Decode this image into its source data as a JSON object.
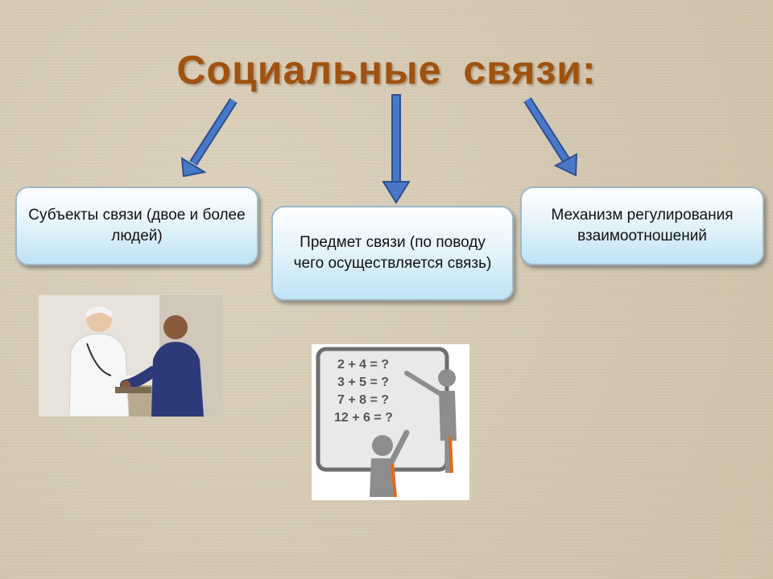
{
  "title": "Социальные  связи:",
  "boxes": {
    "subjects": "Субъекты связи (двое и более людей)",
    "subject_matter": "Предмет связи (по поводу чего осуществляется связь)",
    "mechanism": "Механизм регулирования взаимоотношений"
  },
  "whiteboard_lines": [
    "2 + 4 = ?",
    "3 + 5 = ?",
    "7 + 8 = ?",
    "12 + 6 = ?"
  ],
  "colors": {
    "title": "#a0520f",
    "arrow_fill": "#4a78c8",
    "arrow_stroke": "#2d4f8f",
    "box_top": "#ffffff",
    "box_bottom": "#bfe3f5"
  },
  "icons": [
    "arrow-down-left-icon",
    "arrow-down-icon",
    "arrow-down-right-icon"
  ]
}
